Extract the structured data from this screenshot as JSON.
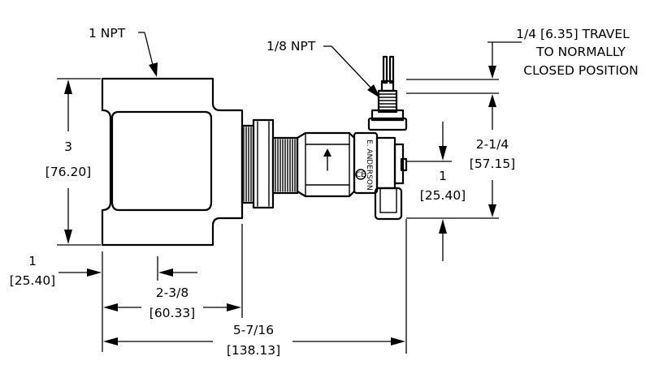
{
  "labels": {
    "npt_1": "1 NPT",
    "npt_18": "1/8 NPT",
    "travel_line1": "1/4 [6.35] TRAVEL",
    "travel_line2": "TO NORMALLY",
    "travel_line3": "CLOSED POSITION",
    "height_in": "3",
    "height_mm": "[76.20]",
    "left_in": "1",
    "left_mm": "[25.40]",
    "body_in": "2-3/8",
    "body_mm": "[60.33]",
    "total_in": "5-7/16",
    "total_mm": "[138.13]",
    "switch_height_in": "2-1/4",
    "switch_height_mm": "[57.15]",
    "switch_offset_in": "1",
    "switch_offset_mm": "[25.40]",
    "brand_text": "E. ANDERSON",
    "ce_mark": "CE"
  }
}
